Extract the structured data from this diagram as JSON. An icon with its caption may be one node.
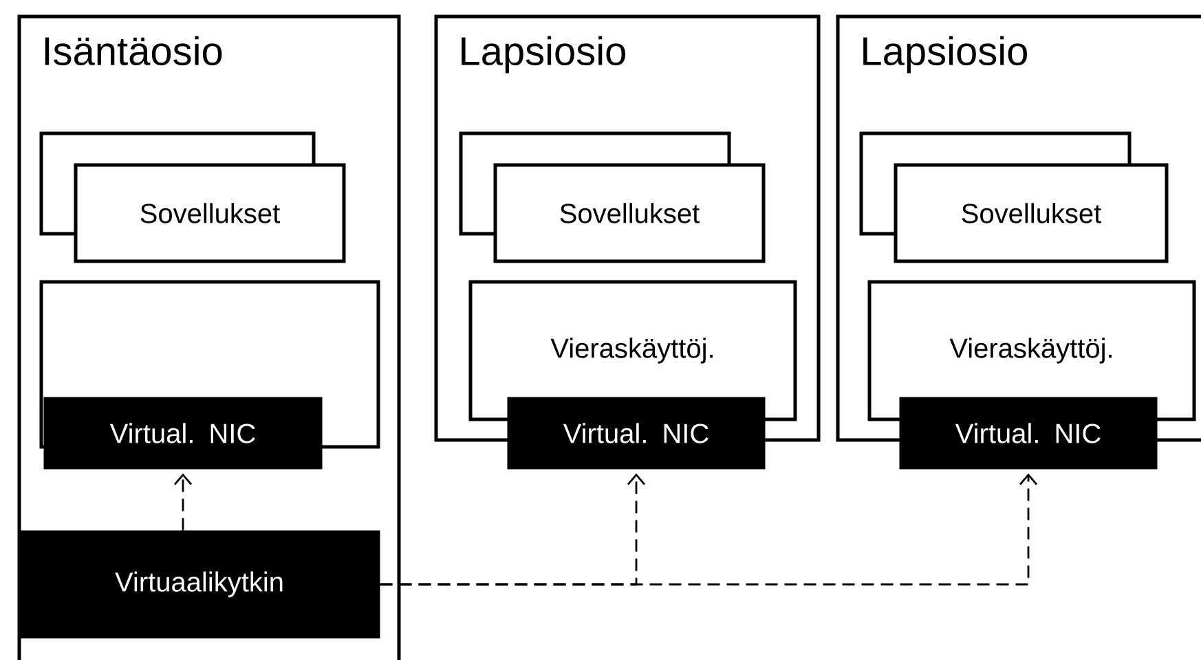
{
  "diagram": {
    "nodes": [
      {
        "text": [
          "Isäntäosio"
        ]
      },
      {
        "text": [],
        "shape": "box",
        "in": 0
      },
      {
        "text": [
          "Sovellukset"
        ],
        "in": 0
      },
      {
        "text": [],
        "shape": "box",
        "in": 0
      },
      {
        "text": [
          "Virtual. NIC"
        ],
        "in": 0
      },
      {
        "text": [
          "Virtuaalikytkin"
        ],
        "in": 0
      },
      {
        "text": [
          "Lapsiosio"
        ]
      },
      {
        "text": [],
        "shape": "box",
        "in": 6
      },
      {
        "text": [
          "Sovellukset"
        ],
        "in": 6
      },
      {
        "text": [
          "Vieraskäyttöj."
        ],
        "in": 6
      },
      {
        "text": [
          "Virtual. NIC"
        ]
      },
      {
        "text": [
          "Lapsiosio"
        ]
      },
      {
        "text": [],
        "shape": "box",
        "in": 11
      },
      {
        "text": [
          "Sovellukset"
        ],
        "in": 11
      },
      {
        "text": [
          "Vieraskäyttöj."
        ],
        "in": 11
      },
      {
        "text": [
          "Virtual. NIC"
        ]
      }
    ],
    "edges": [
      {
        "from": 5,
        "to": 4,
        "arrow": "to",
        "style": "dashed"
      },
      {
        "from": 5,
        "to": 10,
        "arrow": "to",
        "style": "dashed"
      },
      {
        "from": 5,
        "to": 15,
        "arrow": "to",
        "style": "dashed"
      }
    ]
  }
}
